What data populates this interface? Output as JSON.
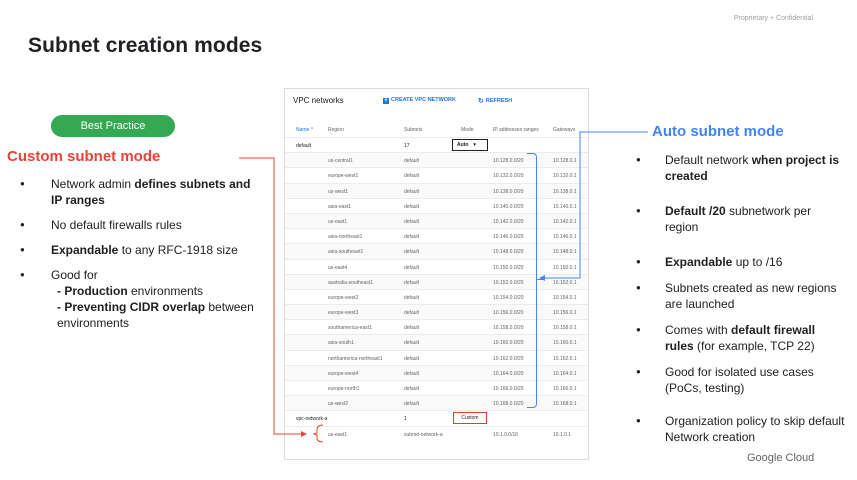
{
  "header": {
    "confidentiality": "Proprietary + Confidential",
    "title": "Subnet creation modes"
  },
  "left": {
    "badge": "Best Practice",
    "heading": "Custom subnet mode",
    "items": [
      {
        "pre": "Network admin ",
        "bold": "defines subnets and IP ranges",
        "post": ""
      },
      {
        "pre": "No default firewalls rules",
        "bold": "",
        "post": ""
      },
      {
        "pre": "",
        "bold": "Expandable",
        "post": " to any RFC-1918 size"
      },
      {
        "pre": "Good for",
        "bold": "",
        "post": ""
      }
    ],
    "subitems": [
      {
        "dash": "- ",
        "bold": "Production",
        "post": " environments"
      },
      {
        "dash": "- ",
        "bold": "Preventing CIDR overlap",
        "post": " between environments"
      }
    ]
  },
  "right": {
    "heading": "Auto subnet mode",
    "items": [
      {
        "pre": "Default network ",
        "bold": "when project is created",
        "post": ""
      },
      {
        "pre": "",
        "bold": "Default /20",
        "post": " subnetwork per region"
      },
      {
        "pre": "",
        "bold": "Expandable",
        "post": " up to /16"
      },
      {
        "pre": "Subnets created as new regions are launched",
        "bold": "",
        "post": ""
      },
      {
        "pre": "Comes with ",
        "bold": "default firewall rules",
        "post": " (for example, TCP 22)"
      },
      {
        "pre": "Good for isolated use cases (PoCs, testing)",
        "bold": "",
        "post": ""
      },
      {
        "pre": "Organization policy to skip default Network creation",
        "bold": "",
        "post": ""
      }
    ]
  },
  "console": {
    "title": "VPC networks",
    "create_label": "CREATE VPC NETWORK",
    "refresh_label": "REFRESH",
    "columns": [
      "Name",
      "Region",
      "Subnets",
      "Mode",
      "IP addresses ranges",
      "Gateways"
    ],
    "sort_indicator": "^",
    "dropdown_caret": "▾",
    "networks": [
      {
        "name": "default",
        "subnets": "17",
        "mode": "Auto",
        "rows": [
          {
            "region": "us-central1",
            "subnet": "default",
            "ip": "10.128.0.0/20",
            "gw": "10.128.0.1"
          },
          {
            "region": "europe-west1",
            "subnet": "default",
            "ip": "10.132.0.0/20",
            "gw": "10.132.0.1"
          },
          {
            "region": "us-west1",
            "subnet": "default",
            "ip": "10.138.0.0/20",
            "gw": "10.138.0.1"
          },
          {
            "region": "asia-east1",
            "subnet": "default",
            "ip": "10.140.0.0/20",
            "gw": "10.140.0.1"
          },
          {
            "region": "us-east1",
            "subnet": "default",
            "ip": "10.142.0.0/20",
            "gw": "10.142.0.1"
          },
          {
            "region": "asia-northeast1",
            "subnet": "default",
            "ip": "10.146.0.0/20",
            "gw": "10.146.0.1"
          },
          {
            "region": "asia-southeast1",
            "subnet": "default",
            "ip": "10.148.0.0/20",
            "gw": "10.148.0.1"
          },
          {
            "region": "us-east4",
            "subnet": "default",
            "ip": "10.150.0.0/20",
            "gw": "10.150.0.1"
          },
          {
            "region": "australia-southeast1",
            "subnet": "default",
            "ip": "10.152.0.0/20",
            "gw": "10.152.0.1"
          },
          {
            "region": "europe-west2",
            "subnet": "default",
            "ip": "10.154.0.0/20",
            "gw": "10.154.0.1"
          },
          {
            "region": "europe-west3",
            "subnet": "default",
            "ip": "10.156.0.0/20",
            "gw": "10.156.0.1"
          },
          {
            "region": "southamerica-east1",
            "subnet": "default",
            "ip": "10.158.0.0/20",
            "gw": "10.158.0.1"
          },
          {
            "region": "asia-south1",
            "subnet": "default",
            "ip": "10.160.0.0/20",
            "gw": "10.160.0.1"
          },
          {
            "region": "northamerica-northeast1",
            "subnet": "default",
            "ip": "10.162.0.0/20",
            "gw": "10.162.0.1"
          },
          {
            "region": "europe-west4",
            "subnet": "default",
            "ip": "10.164.0.0/20",
            "gw": "10.164.0.1"
          },
          {
            "region": "europe-north1",
            "subnet": "default",
            "ip": "10.166.0.0/20",
            "gw": "10.166.0.1"
          },
          {
            "region": "us-west2",
            "subnet": "default",
            "ip": "10.168.0.0/20",
            "gw": "10.168.0.1"
          }
        ]
      },
      {
        "name": "vpc-network-a",
        "subnets": "1",
        "mode": "Custom",
        "rows": [
          {
            "region": "us-east1",
            "subnet": "subnet-network-a",
            "ip": "10.1.0.0/16",
            "gw": "10.1.0.1"
          }
        ]
      }
    ]
  },
  "footer": {
    "logo": "Google Cloud"
  },
  "colors": {
    "custom_red": "#ea4335",
    "auto_blue": "#4285f4",
    "badge_green": "#34a853",
    "link_blue": "#1a73e8"
  }
}
